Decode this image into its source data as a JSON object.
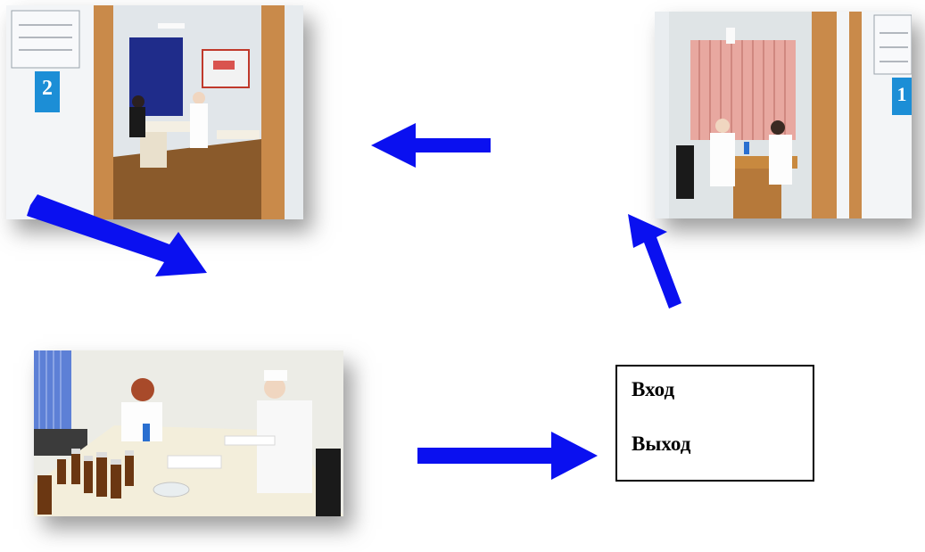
{
  "legend": {
    "entry": "Вход",
    "exit": "Выход"
  },
  "photos": {
    "room2": {
      "door_number": "2"
    },
    "room1": {
      "door_number": "1"
    },
    "exam": {}
  },
  "colors": {
    "arrow": "#0a10f0",
    "wall": "#eef2f4",
    "door_frame": "#c98a4a",
    "floor": "#8a5a2b"
  }
}
